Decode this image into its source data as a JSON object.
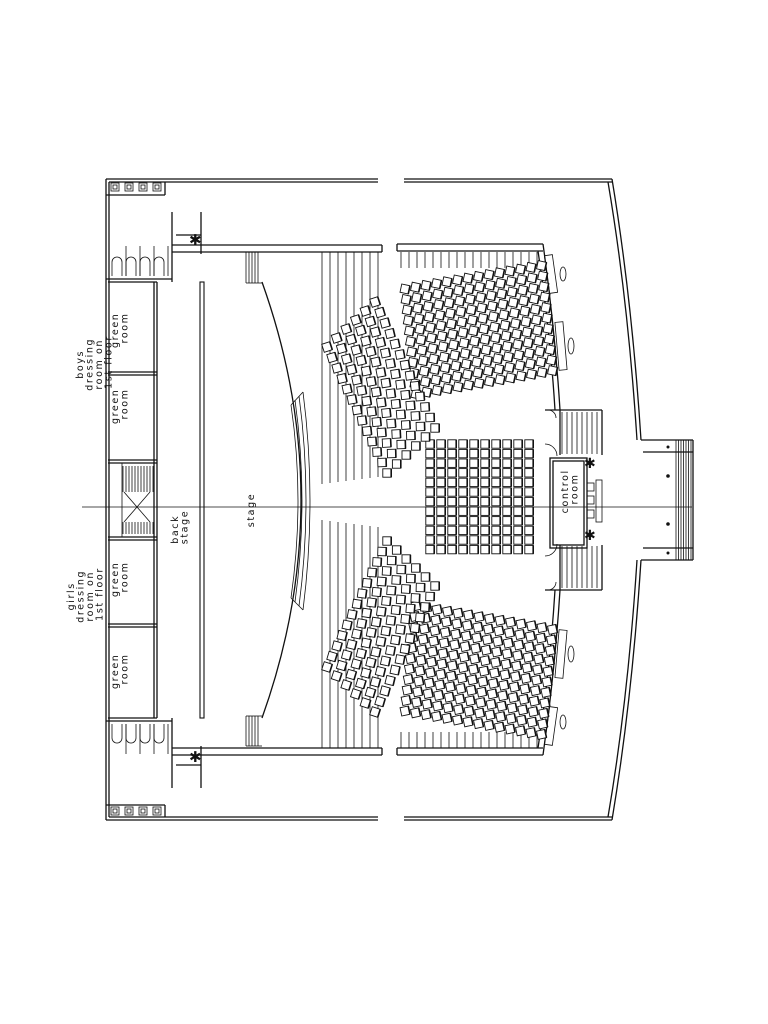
{
  "plan": {
    "labels": {
      "boys_dressing": [
        "boys",
        "dressing",
        "room on",
        "1st floor"
      ],
      "girls_dressing": [
        "girls",
        "dressing",
        "room on",
        "1st floor"
      ],
      "green_room": [
        "green",
        "room"
      ],
      "back_stage": [
        "back",
        "stage"
      ],
      "stage": "stage",
      "control_room": [
        "control",
        "room"
      ]
    },
    "seating": {
      "center_block": {
        "rows": 10,
        "seats_per_row": 12
      },
      "wing_upper_rear": {
        "rows": 14,
        "seats_per_row": 11
      },
      "wing_lower_rear": {
        "rows": 14,
        "seats_per_row": 11
      },
      "wing_upper_front": {
        "rows": 6,
        "seats_per_row": 13
      },
      "wing_lower_front": {
        "rows": 6,
        "seats_per_row": 13
      }
    },
    "colors": {
      "ink": "#111111",
      "paper": "#ffffff"
    }
  }
}
